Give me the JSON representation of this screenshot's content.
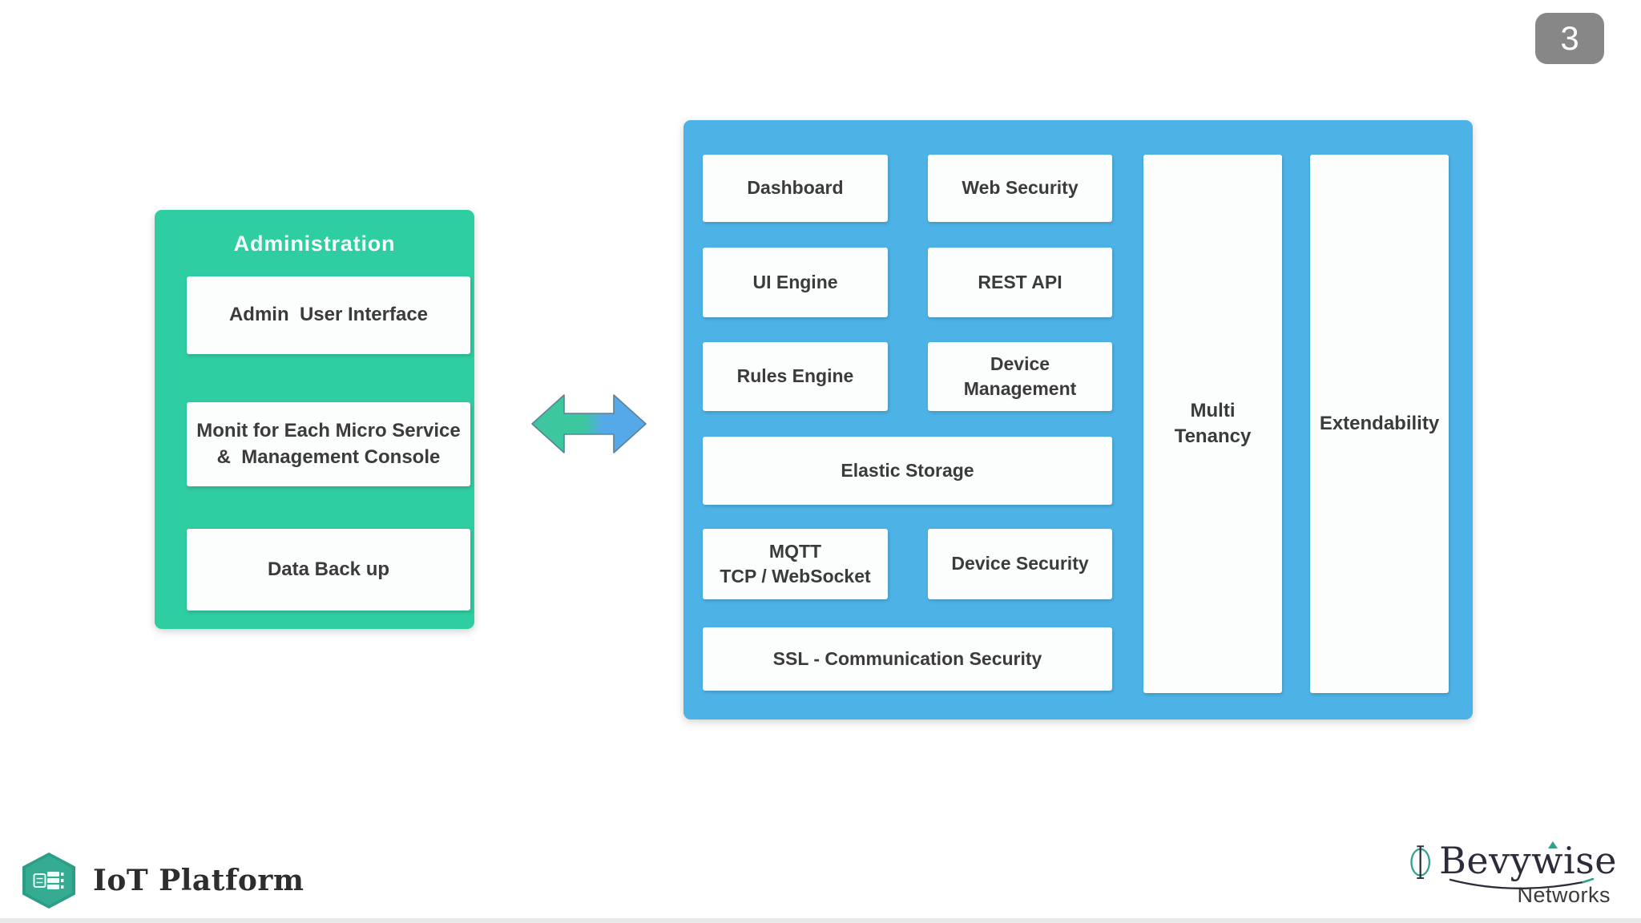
{
  "slide": {
    "page_badge": "3"
  },
  "admin_panel": {
    "title": "Administration",
    "boxes": [
      {
        "lines": [
          "Admin  User Interface"
        ]
      },
      {
        "lines": [
          "Monit for Each Micro Service",
          "&  Management Console"
        ]
      },
      {
        "lines": [
          "Data Back up"
        ]
      }
    ]
  },
  "platform_panel": {
    "grid": [
      {
        "lines": [
          "Dashboard"
        ]
      },
      {
        "lines": [
          "Web Security"
        ]
      },
      {
        "lines": [
          "UI Engine"
        ]
      },
      {
        "lines": [
          "REST API"
        ]
      },
      {
        "lines": [
          "Rules Engine"
        ]
      },
      {
        "lines": [
          "Device",
          "Management"
        ]
      },
      {
        "lines": [
          "Elastic Storage"
        ]
      },
      {
        "lines": [
          "MQTT",
          "TCP / WebSocket"
        ]
      },
      {
        "lines": [
          "Device Security"
        ]
      },
      {
        "lines": [
          "SSL - Communication Security"
        ]
      }
    ],
    "pillars": [
      {
        "lines": [
          "Multi",
          "Tenancy"
        ]
      },
      {
        "lines": [
          "Extendability"
        ]
      }
    ]
  },
  "footer": {
    "left_logo": {
      "text": "IoT Platform",
      "icon": "hexagon-server-icon"
    },
    "right_logo": {
      "brand": "Bevywise",
      "sub": "Networks"
    }
  },
  "icons": [
    "hexagon-server-icon",
    "bevywise-mark-icon",
    "bidirectional-arrow-icon"
  ],
  "colors": {
    "green_panel": "#2fcda2",
    "blue_panel": "#4db3e7",
    "badge_gray": "#878787",
    "label_text": "#3b3b3b",
    "logo_teal": "#2fa28a",
    "brand_dark": "#2c2c3a",
    "arrow_gradient": [
      "#3cc79e",
      "#55a9e8"
    ]
  }
}
